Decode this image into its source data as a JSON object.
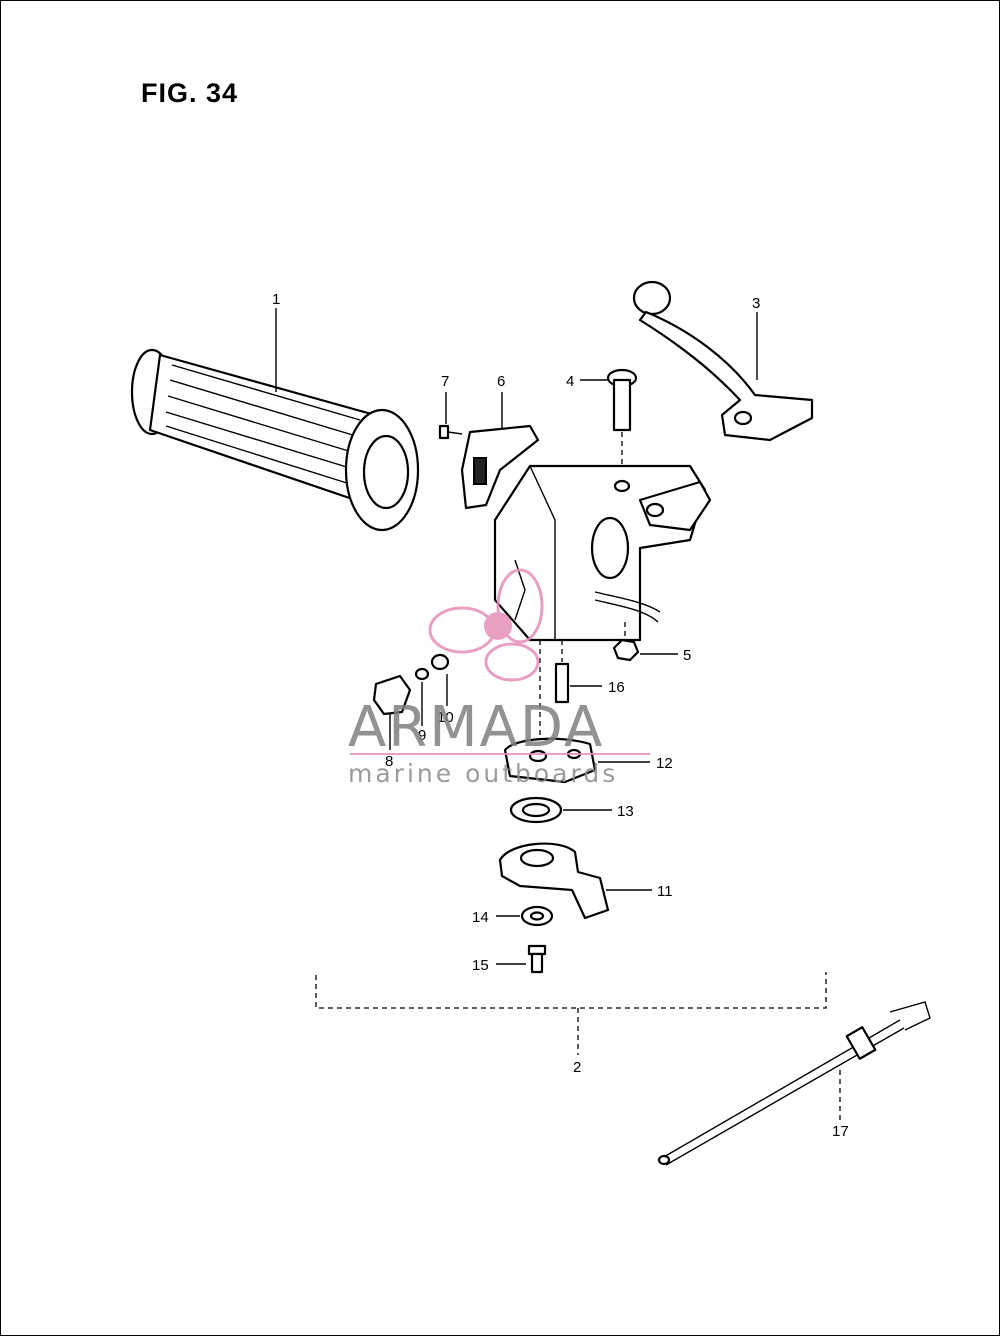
{
  "figure": {
    "title": "FIG. 34"
  },
  "callouts": [
    {
      "id": "1",
      "label": "1"
    },
    {
      "id": "2",
      "label": "2"
    },
    {
      "id": "3",
      "label": "3"
    },
    {
      "id": "4",
      "label": "4"
    },
    {
      "id": "5",
      "label": "5"
    },
    {
      "id": "6",
      "label": "6"
    },
    {
      "id": "7",
      "label": "7"
    },
    {
      "id": "8",
      "label": "8"
    },
    {
      "id": "9",
      "label": "9"
    },
    {
      "id": "10",
      "label": "10"
    },
    {
      "id": "11",
      "label": "11"
    },
    {
      "id": "12",
      "label": "12"
    },
    {
      "id": "13",
      "label": "13"
    },
    {
      "id": "14",
      "label": "14"
    },
    {
      "id": "15",
      "label": "15"
    },
    {
      "id": "16",
      "label": "16"
    },
    {
      "id": "17",
      "label": "17"
    }
  ],
  "watermark": {
    "brand": "ARMADA",
    "tagline": "marine outboards",
    "accent_color": "#e58fb7",
    "text_color": "#7f7f7f",
    "logo_icon": "propeller-logo-icon"
  },
  "colors": {
    "ink": "#000000",
    "paper": "#ffffff"
  }
}
